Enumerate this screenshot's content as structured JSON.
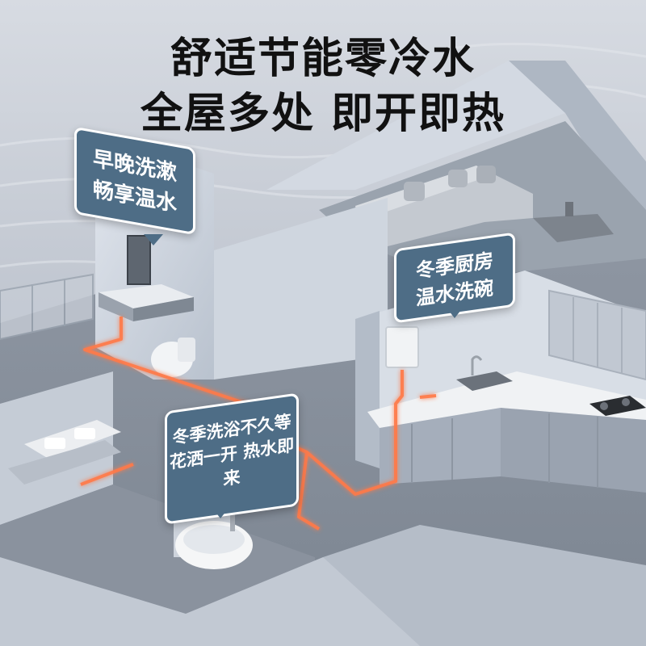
{
  "headline": {
    "line1": "舒适节能零冷水",
    "line2": "全屋多处 即开即热"
  },
  "callouts": {
    "bathroom_sink": {
      "line1": "早晚洗漱",
      "line2": "畅享温水"
    },
    "kitchen": {
      "line1": "冬季厨房",
      "line2": "温水洗碗"
    },
    "shower": {
      "line1": "冬季洗浴不久等",
      "line2": "花洒一开 热水即来"
    }
  },
  "colors": {
    "bubble_fill": "#4e6d86",
    "bubble_border": "#ffffff",
    "pipe_glow": "#ff7a4a",
    "headline_text": "#111111"
  }
}
